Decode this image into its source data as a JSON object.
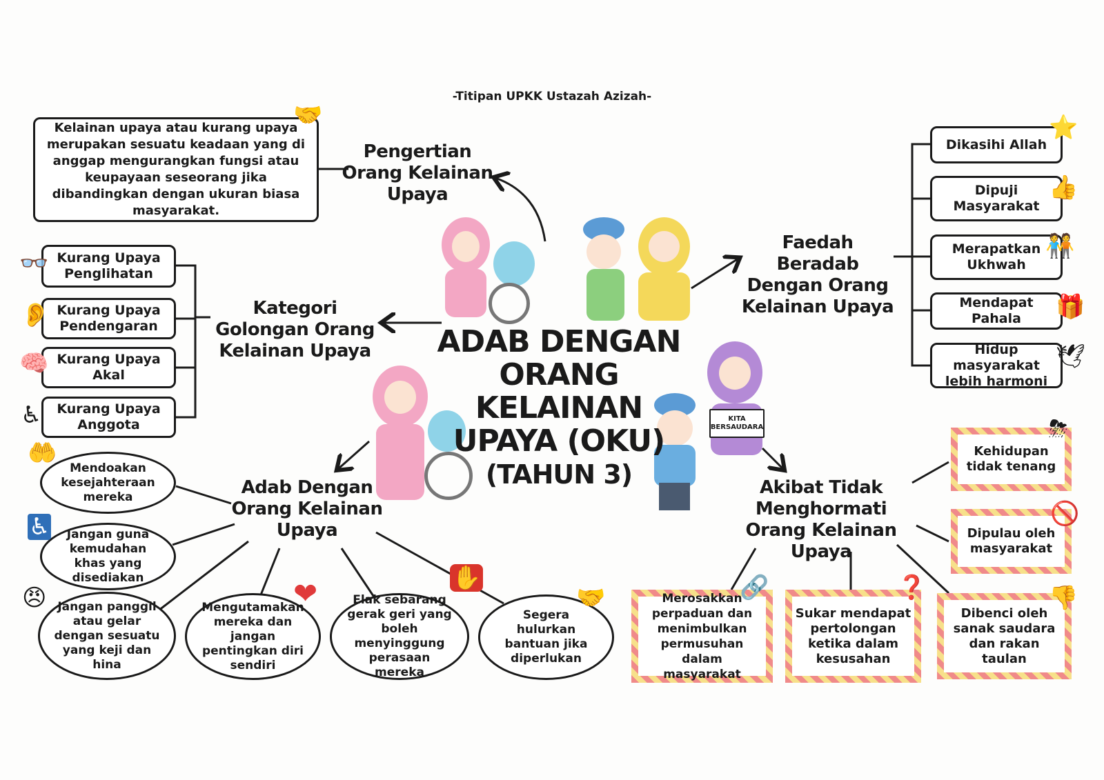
{
  "credit": "-Titipan UPKK Ustazah Azizah-",
  "main_title": {
    "line1": "ADAB DENGAN",
    "line2": "ORANG KELAINAN",
    "line3": "UPAYA (OKU)",
    "line4": "(TAHUN 3)"
  },
  "sign_text": "KITA BERSAUDARA",
  "pengertian": {
    "title": "Pengertian Orang Kelainan Upaya",
    "definition": "Kelainan upaya atau kurang upaya merupakan sesuatu keadaan yang di anggap mengurangkan fungsi atau keupayaan seseorang jika dibandingkan dengan ukuran biasa masyarakat.",
    "icon": "handshake-icon"
  },
  "faedah": {
    "title": "Faedah Beradab Dengan Orang Kelainan Upaya",
    "items": [
      {
        "label": "Dikasihi Allah",
        "icon": "⭐"
      },
      {
        "label": "Dipuji Masyarakat",
        "icon": "👍"
      },
      {
        "label": "Merapatkan Ukhwah",
        "icon": "🧑‍🤝‍🧑"
      },
      {
        "label": "Mendapat Pahala",
        "icon": "🎁"
      },
      {
        "label": "Hidup masyarakat lebih harmoni",
        "icon": "🕊"
      }
    ]
  },
  "kategori": {
    "title": "Kategori Golongan Orang Kelainan Upaya",
    "items": [
      {
        "label": "Kurang Upaya Penglihatan",
        "icon": "👓"
      },
      {
        "label": "Kurang Upaya Pendengaran",
        "icon": "👂"
      },
      {
        "label": "Kurang Upaya Akal",
        "icon": "🧠"
      },
      {
        "label": "Kurang Upaya Anggota",
        "icon": "♿"
      }
    ]
  },
  "adab": {
    "title": "Adab Dengan Orang Kelainan Upaya",
    "items": [
      {
        "label": "Mendoakan kesejahteraan mereka",
        "icon": "🤲"
      },
      {
        "label": "Jangan guna kemudahan khas yang disediakan",
        "icon": "♿"
      },
      {
        "label": "Jangan panggil atau gelar dengan sesuatu yang keji dan hina",
        "icon": "😠"
      },
      {
        "label": "Mengutamakan mereka dan jangan pentingkan diri sendiri",
        "icon": "❤"
      },
      {
        "label": "Elak sebarang gerak geri yang boleh menyinggung perasaan mereka",
        "icon": "✋"
      },
      {
        "label": "Segera hulurkan bantuan jika diperlukan",
        "icon": "🤝"
      }
    ]
  },
  "akibat": {
    "title": "Akibat Tidak Menghormati Orang Kelainan Upaya",
    "items": [
      {
        "label": "Kehidupan tidak tenang",
        "icon": "⛈"
      },
      {
        "label": "Dipulau oleh masyarakat",
        "icon": "🚫"
      },
      {
        "label": "Merosakkan perpaduan dan menimbulkan permusuhan dalam masyarakat",
        "icon": "🔗"
      },
      {
        "label": "Sukar mendapat pertolongan ketika dalam kesusahan",
        "icon": "❓"
      },
      {
        "label": "Dibenci oleh sanak saudara dan rakan taulan",
        "icon": "👎"
      }
    ]
  }
}
